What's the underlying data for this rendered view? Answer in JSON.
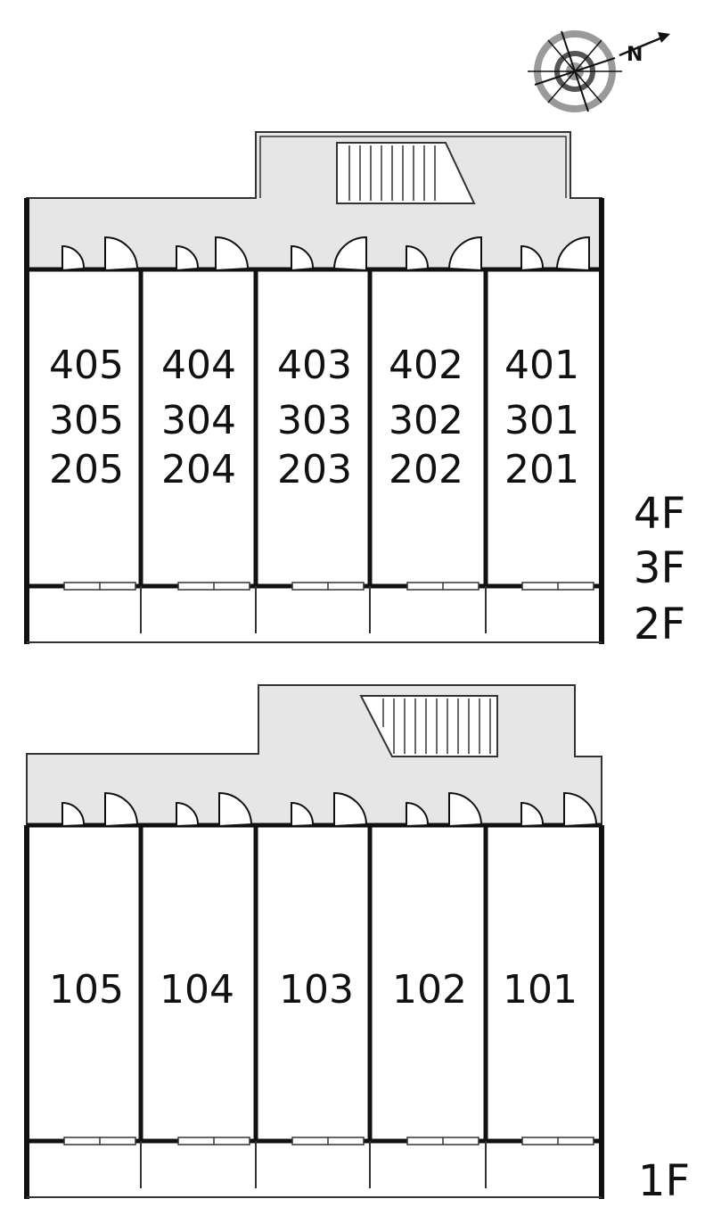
{
  "compass": {
    "label": "N",
    "icon": "compass-icon"
  },
  "upper_plan": {
    "floor_labels": [
      "4F",
      "3F",
      "2F"
    ],
    "units": [
      {
        "numbers": [
          "405",
          "305",
          "205"
        ]
      },
      {
        "numbers": [
          "404",
          "304",
          "204"
        ]
      },
      {
        "numbers": [
          "403",
          "303",
          "203"
        ]
      },
      {
        "numbers": [
          "402",
          "302",
          "202"
        ]
      },
      {
        "numbers": [
          "401",
          "301",
          "201"
        ]
      }
    ]
  },
  "lower_plan": {
    "floor_labels": [
      "1F"
    ],
    "units": [
      {
        "numbers": [
          "105"
        ]
      },
      {
        "numbers": [
          "104"
        ]
      },
      {
        "numbers": [
          "103"
        ]
      },
      {
        "numbers": [
          "102"
        ]
      },
      {
        "numbers": [
          "101"
        ]
      }
    ]
  },
  "colors": {
    "corridor": "#e6e6e6",
    "wall": "#111111",
    "line": "#333333",
    "compass_ring": "#9a9a9a"
  }
}
